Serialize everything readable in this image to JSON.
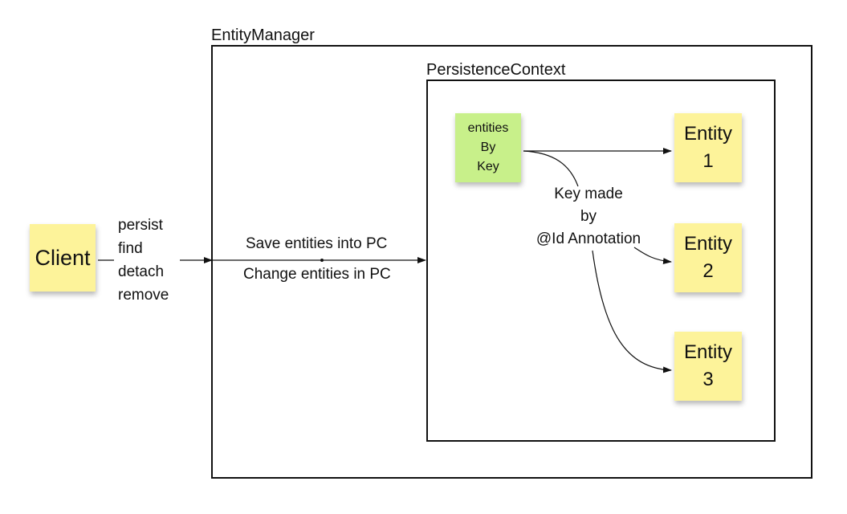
{
  "entity_manager": {
    "label": "EntityManager"
  },
  "persistence_context": {
    "label": "PersistenceContext"
  },
  "client": {
    "label": "Client"
  },
  "operations": [
    "persist",
    "find",
    "detach",
    "remove"
  ],
  "save_label": "Save entities into PC",
  "change_label": "Change entities in PC",
  "entities_by_key": {
    "lines": [
      "entities",
      "By",
      "Key"
    ]
  },
  "key_note": {
    "lines": [
      "Key made",
      "by",
      "@Id Annotation"
    ]
  },
  "entities": [
    {
      "lines": [
        "Entity",
        "1"
      ]
    },
    {
      "lines": [
        "Entity",
        "2"
      ]
    },
    {
      "lines": [
        "Entity",
        "3"
      ]
    }
  ],
  "colors": {
    "sticky_yellow": "#fdf39a",
    "sticky_green": "#c8f08a",
    "line": "#111111"
  }
}
